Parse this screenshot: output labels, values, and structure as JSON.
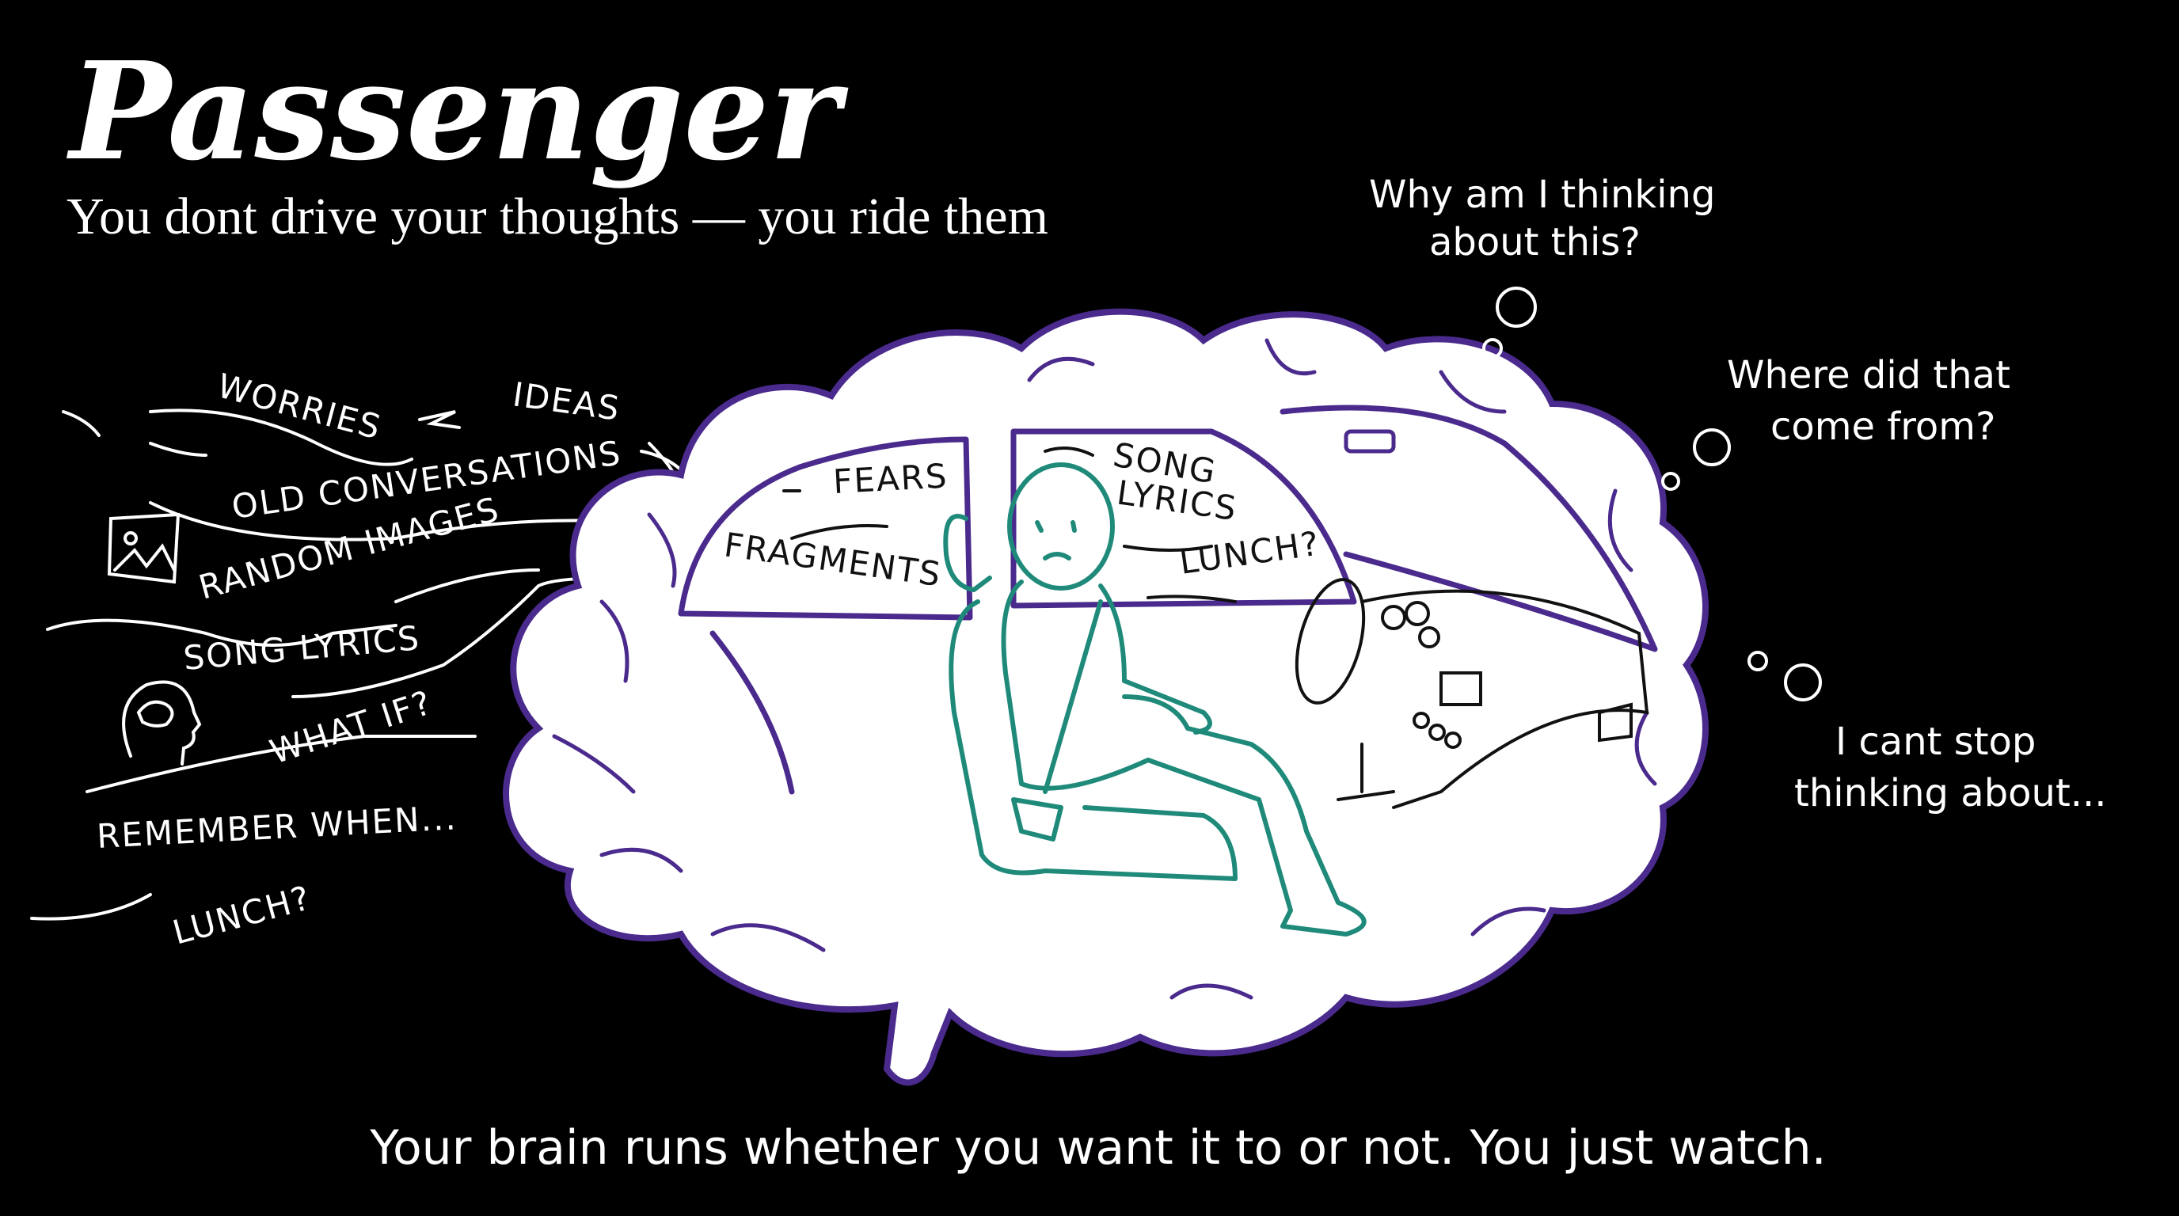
{
  "header": {
    "title": "Passenger",
    "subtitle": "You dont drive your thoughts — you ride them"
  },
  "thought_stream": {
    "labels": [
      "WORRIES",
      "IDEAS",
      "OLD CONVERSATIONS",
      "RANDOM IMAGES",
      "SONG LYRICS",
      "WHAT IF?",
      "REMEMBER WHEN...",
      "LUNCH?"
    ],
    "icons": [
      "picture-icon",
      "head-with-brain-icon"
    ]
  },
  "window_labels": {
    "fears": "FEARS",
    "fragments": "FRAGMENTS",
    "song": "SONG",
    "lyrics": "LYRICS",
    "lunch": "LUNCH?"
  },
  "thought_bubbles": [
    {
      "lines": [
        "Why am I thinking",
        "about this?"
      ]
    },
    {
      "lines": [
        "Where did that",
        "come from?"
      ]
    },
    {
      "lines": [
        "I cant stop",
        "thinking about..."
      ]
    }
  ],
  "caption": "Your brain runs whether you want it to or not. You just watch.",
  "colors": {
    "background": "#000000",
    "brain_outline": "#4a2a8c",
    "passenger": "#1f8a7a",
    "text": "#ffffff"
  }
}
